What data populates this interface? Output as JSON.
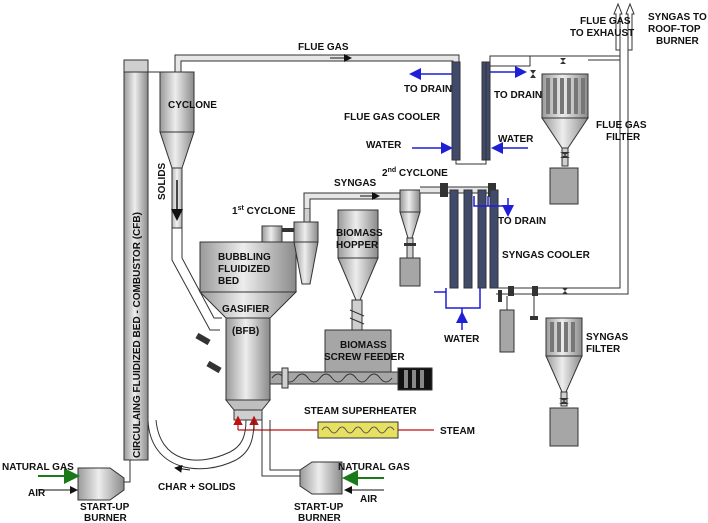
{
  "labels": {
    "flue_gas_top": "FLUE GAS",
    "flue_gas_exhaust_line1": "FLUE GAS",
    "flue_gas_exhaust_line2": "TO EXHAUST",
    "syngas_rooftop_line1": "SYNGAS TO",
    "syngas_rooftop_line2": "ROOF-TOP",
    "syngas_rooftop_line3": "BURNER",
    "to_drain_1": "TO DRAIN",
    "to_drain_2": "TO DRAIN",
    "to_drain_3": "TO DRAIN",
    "flue_gas_cooler": "FLUE GAS COOLER",
    "flue_gas_filter_line1": "FLUE GAS",
    "flue_gas_filter_line2": "FILTER",
    "water_1": "WATER",
    "water_2": "WATER",
    "water_3": "WATER",
    "cyclone": "CYCLONE",
    "solids": "SOLIDS",
    "cfb": "CIRCULAING FLUIDIZED BED - COMBUSTOR (CFB)",
    "syngas": "SYNGAS",
    "second_cyclone_num": "2",
    "second_cyclone_sup": "nd",
    "second_cyclone_text": " CYCLONE",
    "first_cyclone_num": "1",
    "first_cyclone_sup": "st",
    "first_cyclone_text": " CYCLONE",
    "biomass_hopper_line1": "BIOMASS",
    "biomass_hopper_line2": "HOPPER",
    "syngas_cooler": "SYNGAS COOLER",
    "bfb_line1": "BUBBLING",
    "bfb_line2": "FLUIDIZED",
    "bfb_line3": "BED",
    "gasifier": "GASIFIER",
    "bfb_abbr": "(BFB)",
    "screw_feeder_line1": "BIOMASS",
    "screw_feeder_line2": "SCREW FEEDER",
    "syngas_filter_line1": "SYNGAS",
    "syngas_filter_line2": "FILTER",
    "steam_superheater": "STEAM SUPERHEATER",
    "steam": "STEAM",
    "natural_gas_left": "NATURAL GAS",
    "air_left": "AIR",
    "char_solids": "CHAR + SOLIDS",
    "startup_left_line1": "START-UP",
    "startup_left_line2": "BURNER",
    "natural_gas_right": "NATURAL GAS",
    "air_right": "AIR",
    "startup_right_line1": "START-UP",
    "startup_right_line2": "BURNER"
  },
  "colors": {
    "pipe": "#d9d9d9",
    "vessel_light": "#e6e6e6",
    "vessel_dark": "#a6a6a6",
    "water_arrow": "#1f1fd6",
    "air_arrow": "#1a7a1a",
    "steam_arrow": "#c01010",
    "heater_coil": "#e8e060"
  }
}
